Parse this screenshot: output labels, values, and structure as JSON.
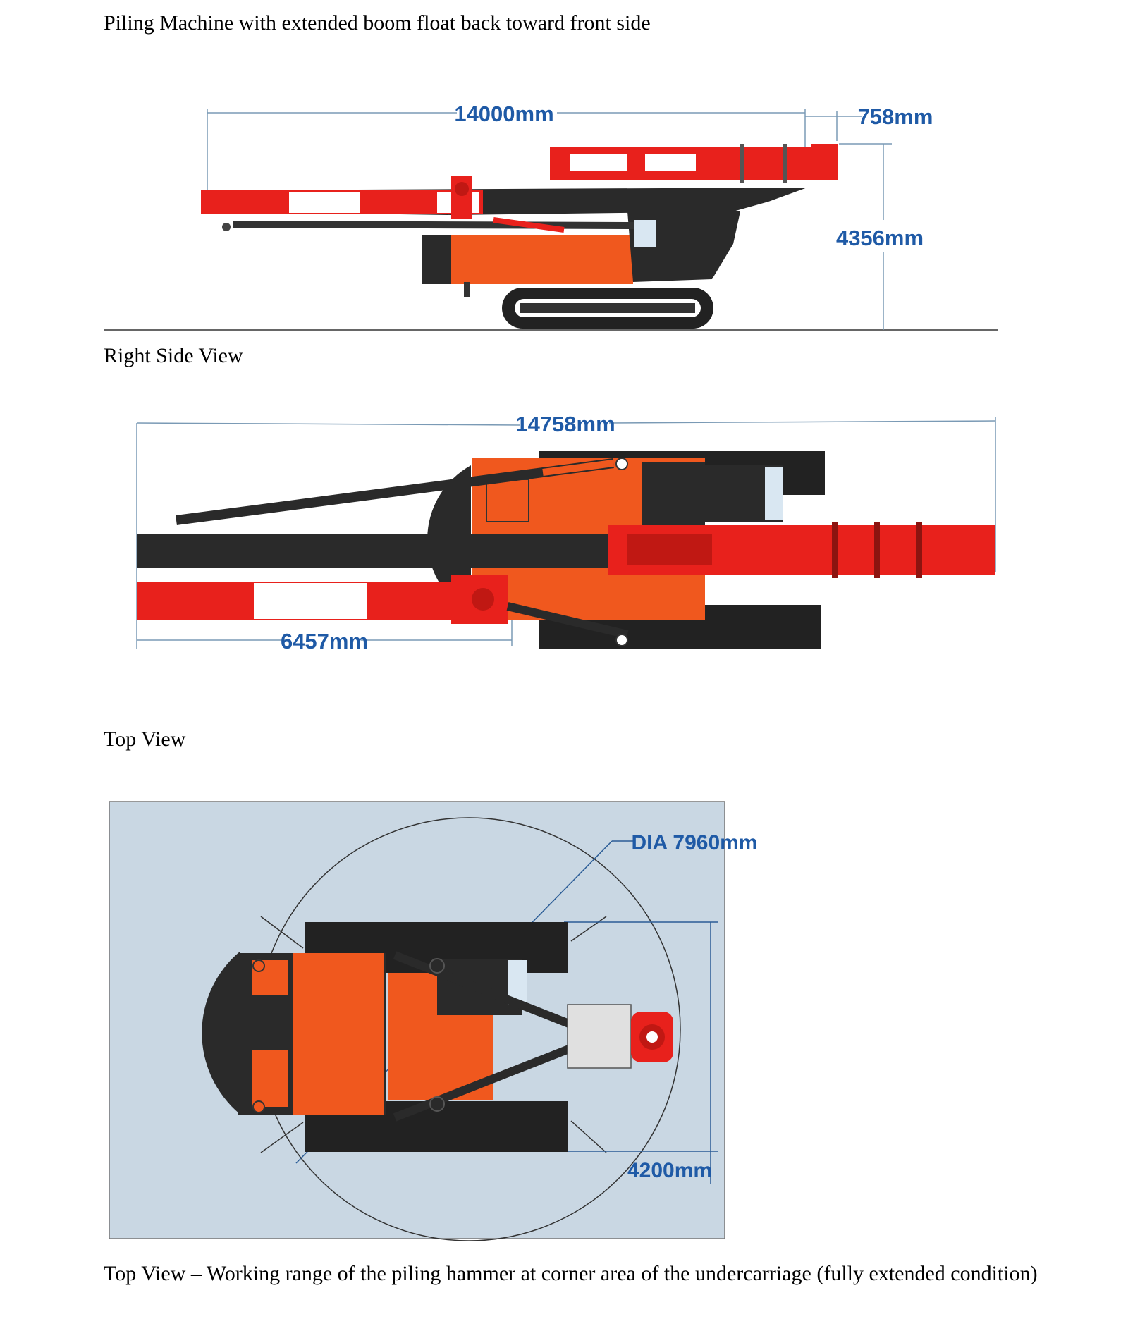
{
  "captions": {
    "title": "Piling Machine with extended boom float back toward front side",
    "side_view": "Right Side View",
    "top_view": "Top View",
    "range_view": "Top View – Working range of the piling hammer at corner area of the undercarriage (fully extended condition)"
  },
  "dimensions": {
    "side_length": "14000mm",
    "side_overhang": "758mm",
    "side_height": "4356mm",
    "top_length": "14758mm",
    "top_boom": "6457mm",
    "range_diameter": "DIA 7960mm",
    "range_width": "4200mm"
  },
  "colors": {
    "boom_red": "#e8211c",
    "body_orange": "#f0581e",
    "dark": "#2a2a2a",
    "dim_blue": "#1f5aa6",
    "range_bg": "#c9d7e3"
  }
}
